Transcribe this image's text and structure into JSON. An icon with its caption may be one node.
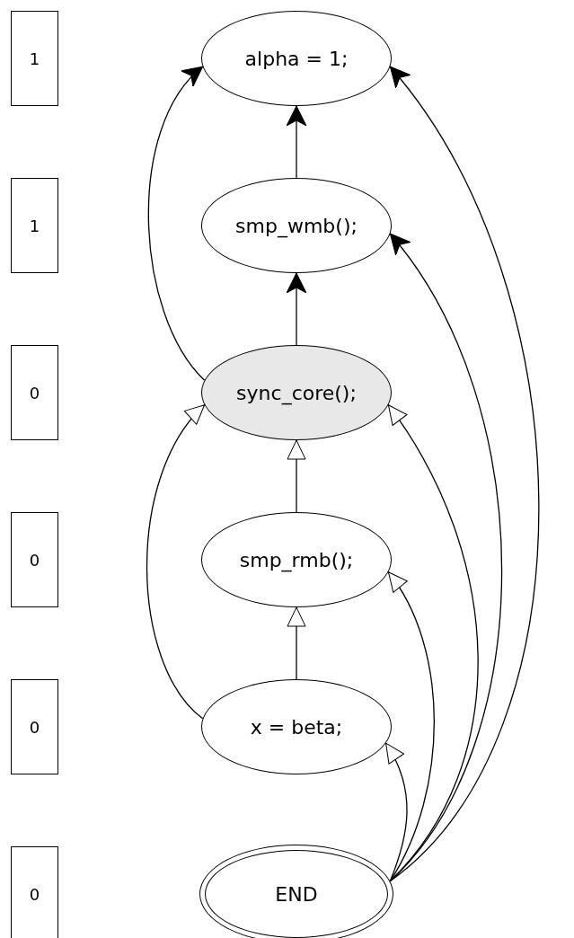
{
  "diagram": {
    "nodes": [
      {
        "text": [
          "1"
        ]
      },
      {
        "text": [
          "alpha = 1;"
        ]
      },
      {
        "text": [
          "1"
        ]
      },
      {
        "text": [
          "smp_wmb();"
        ]
      },
      {
        "text": [
          "0"
        ]
      },
      {
        "text": [
          "sync_core();"
        ]
      },
      {
        "text": [
          "0"
        ]
      },
      {
        "text": [
          "smp_rmb();"
        ]
      },
      {
        "text": [
          "0"
        ]
      },
      {
        "text": [
          "x = beta;"
        ]
      },
      {
        "text": [
          "0"
        ]
      },
      {
        "text": [
          "END"
        ]
      }
    ],
    "edges": [
      {
        "from": 3,
        "to": 1,
        "arrow": "to"
      },
      {
        "from": 5,
        "to": 3,
        "arrow": "to"
      },
      {
        "from": 5,
        "to": 1,
        "arrow": "to"
      },
      {
        "from": 11,
        "to": 1,
        "arrow": "to"
      },
      {
        "from": 11,
        "to": 3,
        "arrow": "to"
      },
      {
        "from": 7,
        "to": 5,
        "arrow": "to"
      },
      {
        "from": 9,
        "to": 7,
        "arrow": "to"
      },
      {
        "from": 11,
        "to": 9,
        "arrow": "to"
      },
      {
        "from": 9,
        "to": 5,
        "arrow": "to"
      },
      {
        "from": 11,
        "to": 5,
        "arrow": "to"
      },
      {
        "from": 11,
        "to": 7,
        "arrow": "to"
      }
    ]
  }
}
